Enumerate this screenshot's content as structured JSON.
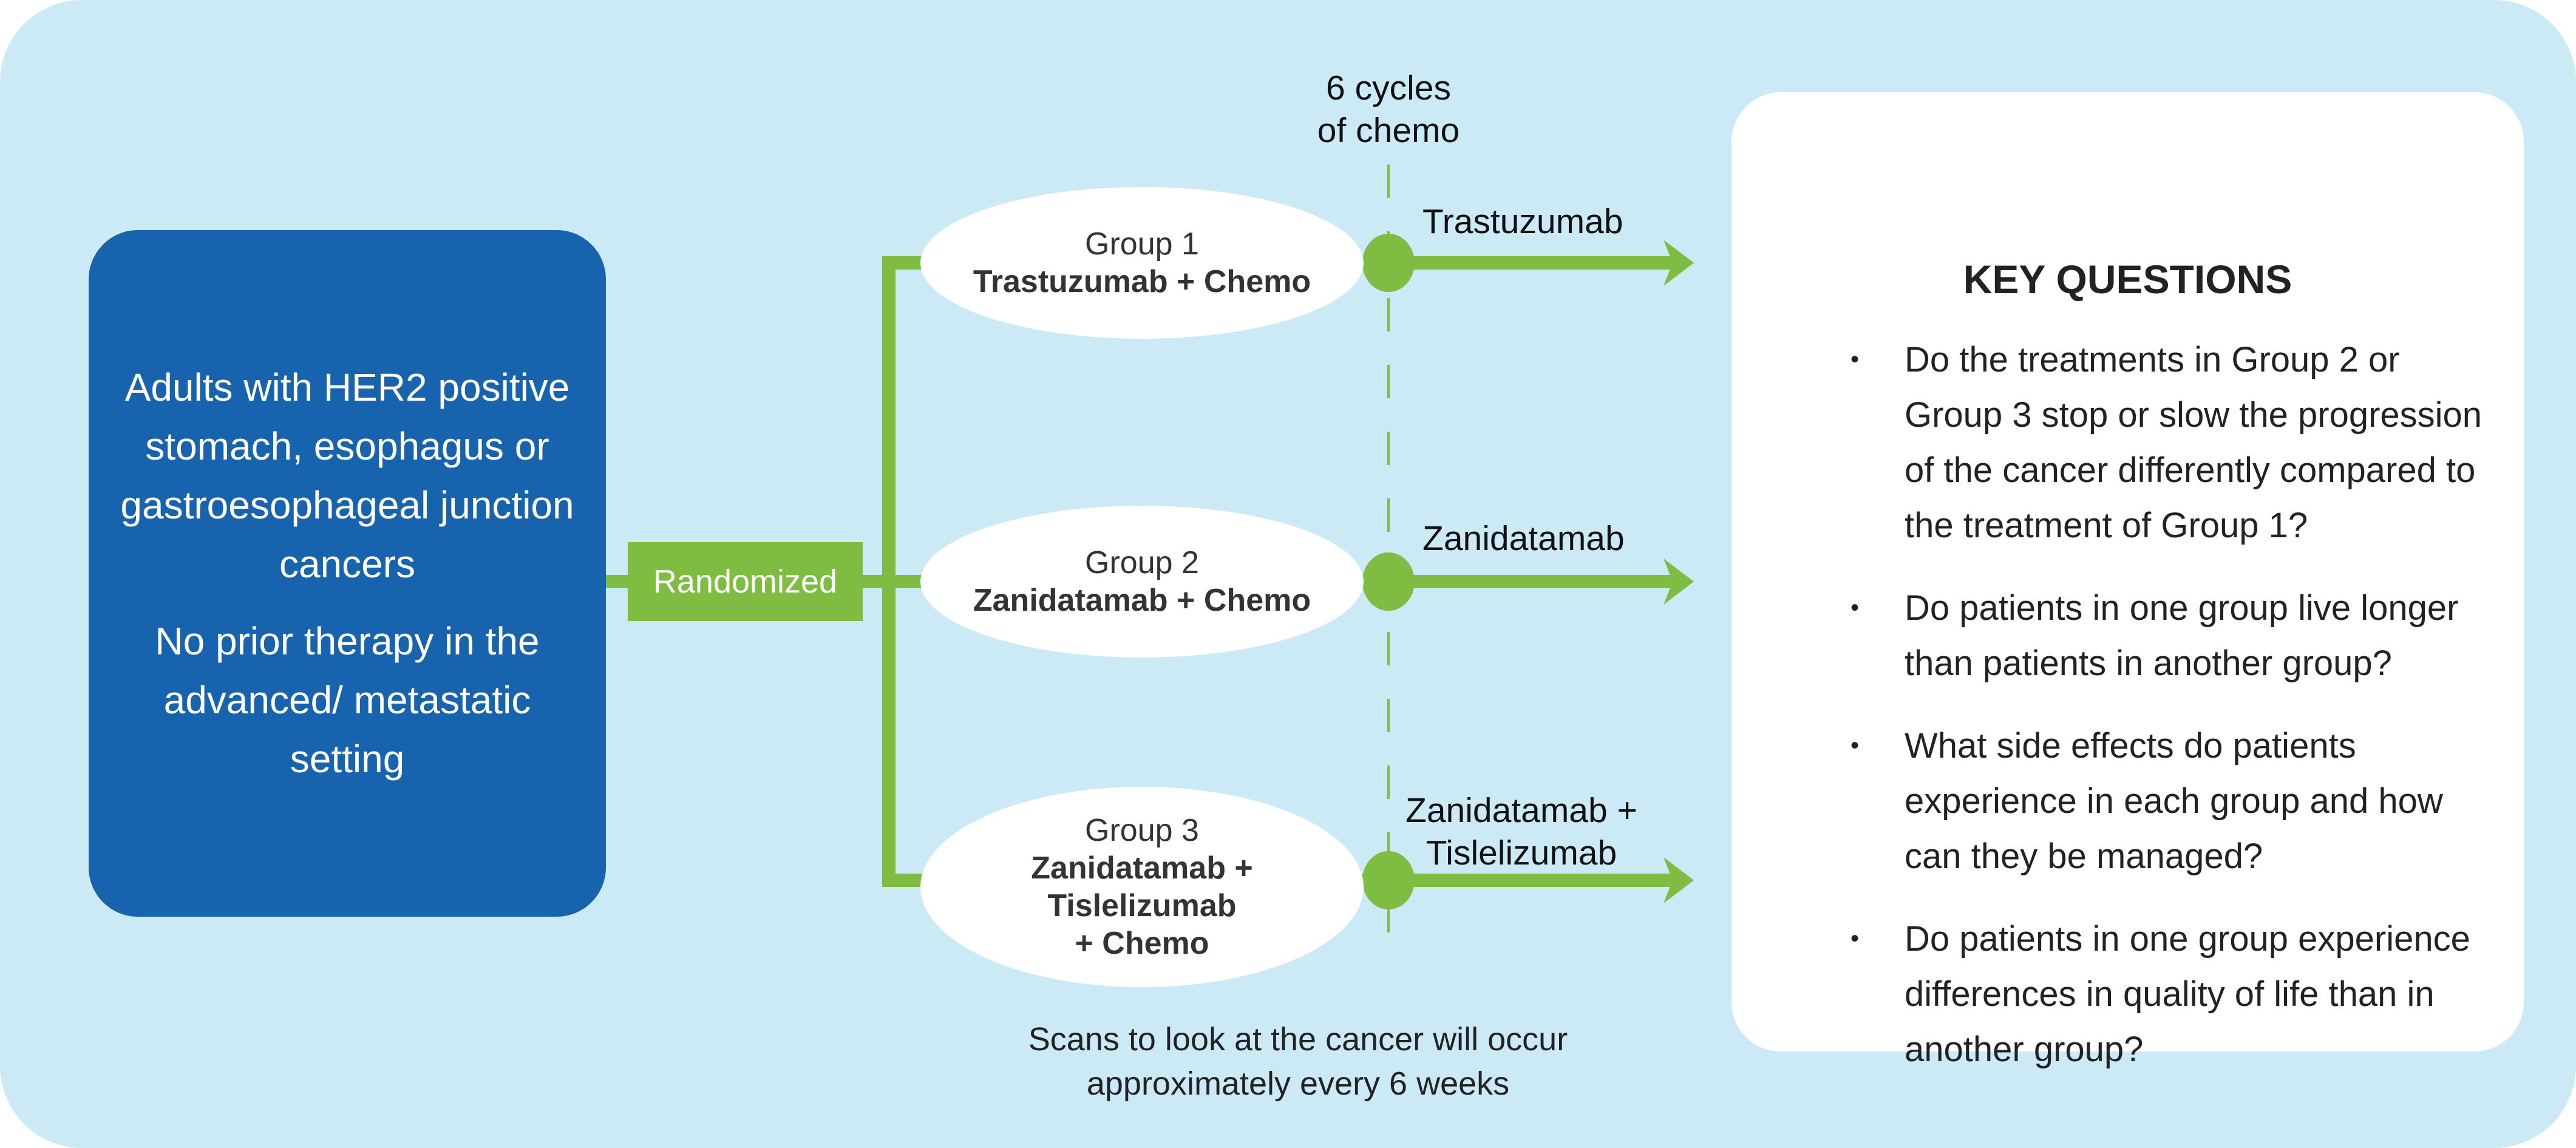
{
  "population": {
    "line1": "Adults with HER2 positive stomach, esophagus or gastroesophageal junction cancers",
    "line2": "No prior therapy in the advanced/ metastatic setting"
  },
  "randomized_label": "Randomized",
  "groups": [
    {
      "name": "Group 1",
      "treatment": "Trastuzumab + Chemo",
      "after": "Trastuzumab"
    },
    {
      "name": "Group 2",
      "treatment": "Zanidatamab + Chemo",
      "after": "Zanidatamab"
    },
    {
      "name": "Group 3",
      "treatment_line1": "Zanidatamab +",
      "treatment_line2": "Tislelizumab",
      "treatment_line3": "+ Chemo",
      "after_line1": "Zanidatamab +",
      "after_line2": "Tislelizumab"
    }
  ],
  "chemo_marker": {
    "line1": "6 cycles",
    "line2": "of chemo"
  },
  "scans_note": {
    "line1": "Scans to look at the cancer will occur",
    "line2": "approximately every 6 weeks"
  },
  "key_questions": {
    "title": "KEY QUESTIONS",
    "bullet": "•",
    "items": [
      "Do the treatments in Group 2 or Group 3 stop or slow the progression of the cancer differently compared to the treatment of Group 1?",
      "Do patients in one group live longer than patients in another group?",
      "What side effects do patients experience in each group and how can they be managed?",
      "Do patients in one group experience differences in quality of life than in another group?"
    ]
  },
  "colors": {
    "background": "#cce9f6",
    "blue": "#1863ae",
    "green": "#7fbc42"
  }
}
